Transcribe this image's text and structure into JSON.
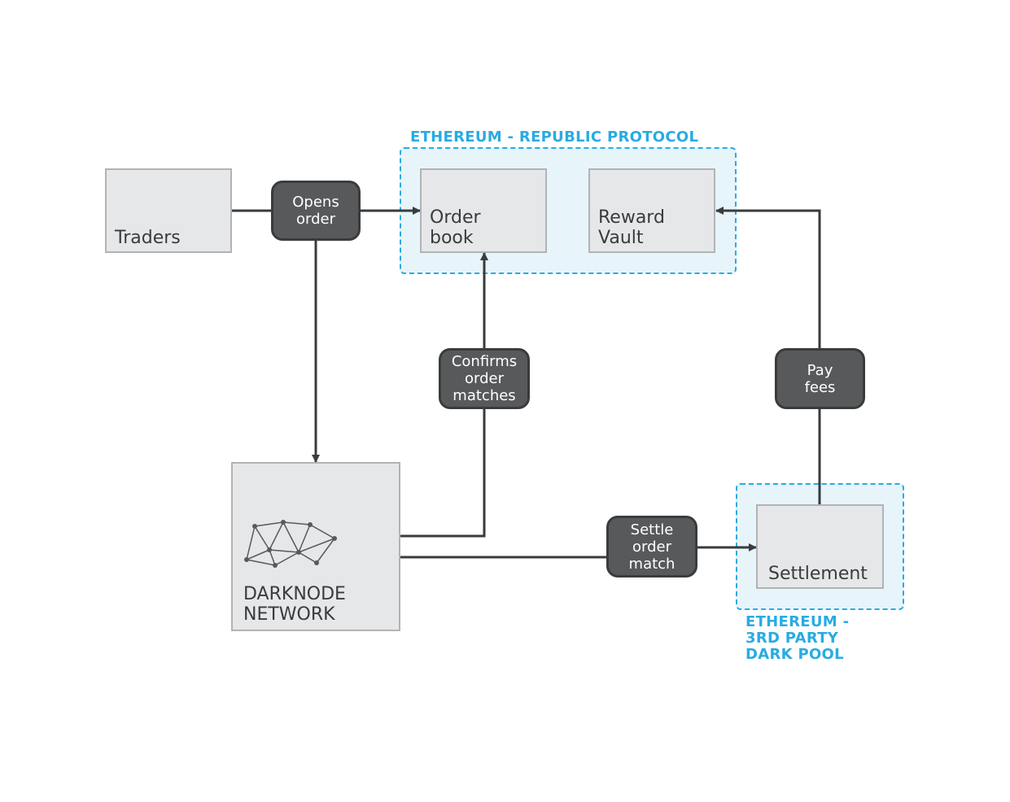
{
  "regions": {
    "republic": {
      "label": "ETHEREUM - REPUBLIC PROTOCOL"
    },
    "dark_pool": {
      "label": "ETHEREUM -\n3RD PARTY\nDARK POOL"
    }
  },
  "nodes": {
    "traders": "Traders",
    "order_book": "Order\nbook",
    "reward_vault": "Reward\nVault",
    "darknode_network": "DARKNODE\nNETWORK",
    "settlement": "Settlement"
  },
  "actions": {
    "opens_order": "Opens\norder",
    "confirms_matches": "Confirms\norder\nmatches",
    "pay_fees": "Pay\nfees",
    "settle_match": "Settle\norder\nmatch"
  },
  "icons": {
    "network": "network-graph-icon"
  },
  "colors": {
    "accent": "#29abe2",
    "region_fill": "#e7f5fb",
    "node_fill": "#e6e7e8",
    "node_border": "#b1b3b6",
    "pill_fill": "#58595b",
    "pill_border": "#3a3b3d",
    "line": "#3a3b3d"
  }
}
